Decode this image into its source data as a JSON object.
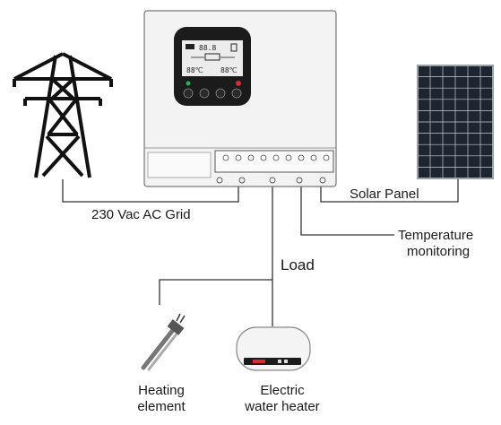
{
  "labels": {
    "grid": "230 Vac AC Grid",
    "solar_panel": "Solar Panel",
    "temperature_line1": "Temperature",
    "temperature_line2": "monitoring",
    "load": "Load",
    "heating_line1": "Heating",
    "heating_line2": "element",
    "water_heater_line1": "Electric",
    "water_heater_line2": "water heater"
  },
  "display": {
    "top_value": "88.8",
    "left_temp": "88℃",
    "right_temp": "88℃"
  },
  "icons": [
    "transmission-tower-icon",
    "solar-panel-icon",
    "heating-element-icon",
    "water-heater-icon",
    "controller-device"
  ],
  "colors": {
    "line": "#333333",
    "device_body": "#f3f3f3",
    "display_panel": "#1b1b1b",
    "screen": "#ececec",
    "panel_cell": "#1e2530",
    "indicator_green": "#2fae4a",
    "indicator_red": "#d32f2f"
  }
}
